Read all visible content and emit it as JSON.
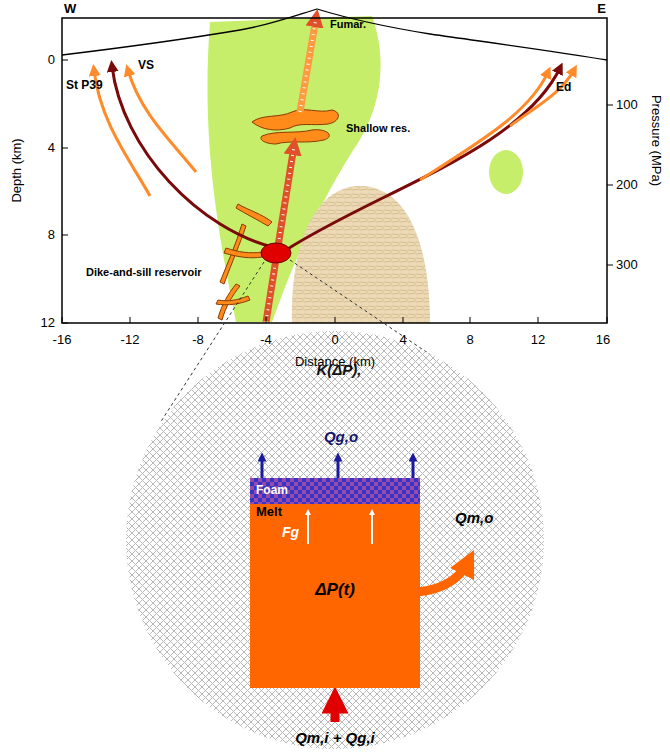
{
  "diagram": {
    "nodes": [
      {
        "text": [
          "K(ΔP),"
        ]
      },
      {
        "text": [
          "Melt",
          "Fg",
          "ΔP(t)"
        ],
        "in": 0
      },
      {
        "text": [
          "Foam"
        ],
        "in": 1
      }
    ],
    "labels": [
      "W",
      "E",
      "St P39",
      "VS",
      "Fumar.",
      "Ed",
      "Shallow res.",
      "Dike-and-sill reservoir",
      "0",
      "4",
      "8",
      "12",
      "Depth (km)",
      "100",
      "200",
      "300",
      "Pressure (MPa)",
      "-16",
      "-12",
      "-8",
      "-4",
      "0",
      "4",
      "8",
      "12",
      "16",
      "Distance (km)",
      "Qg,o",
      "Qm,o",
      "Qm,i + Qg,i"
    ]
  }
}
